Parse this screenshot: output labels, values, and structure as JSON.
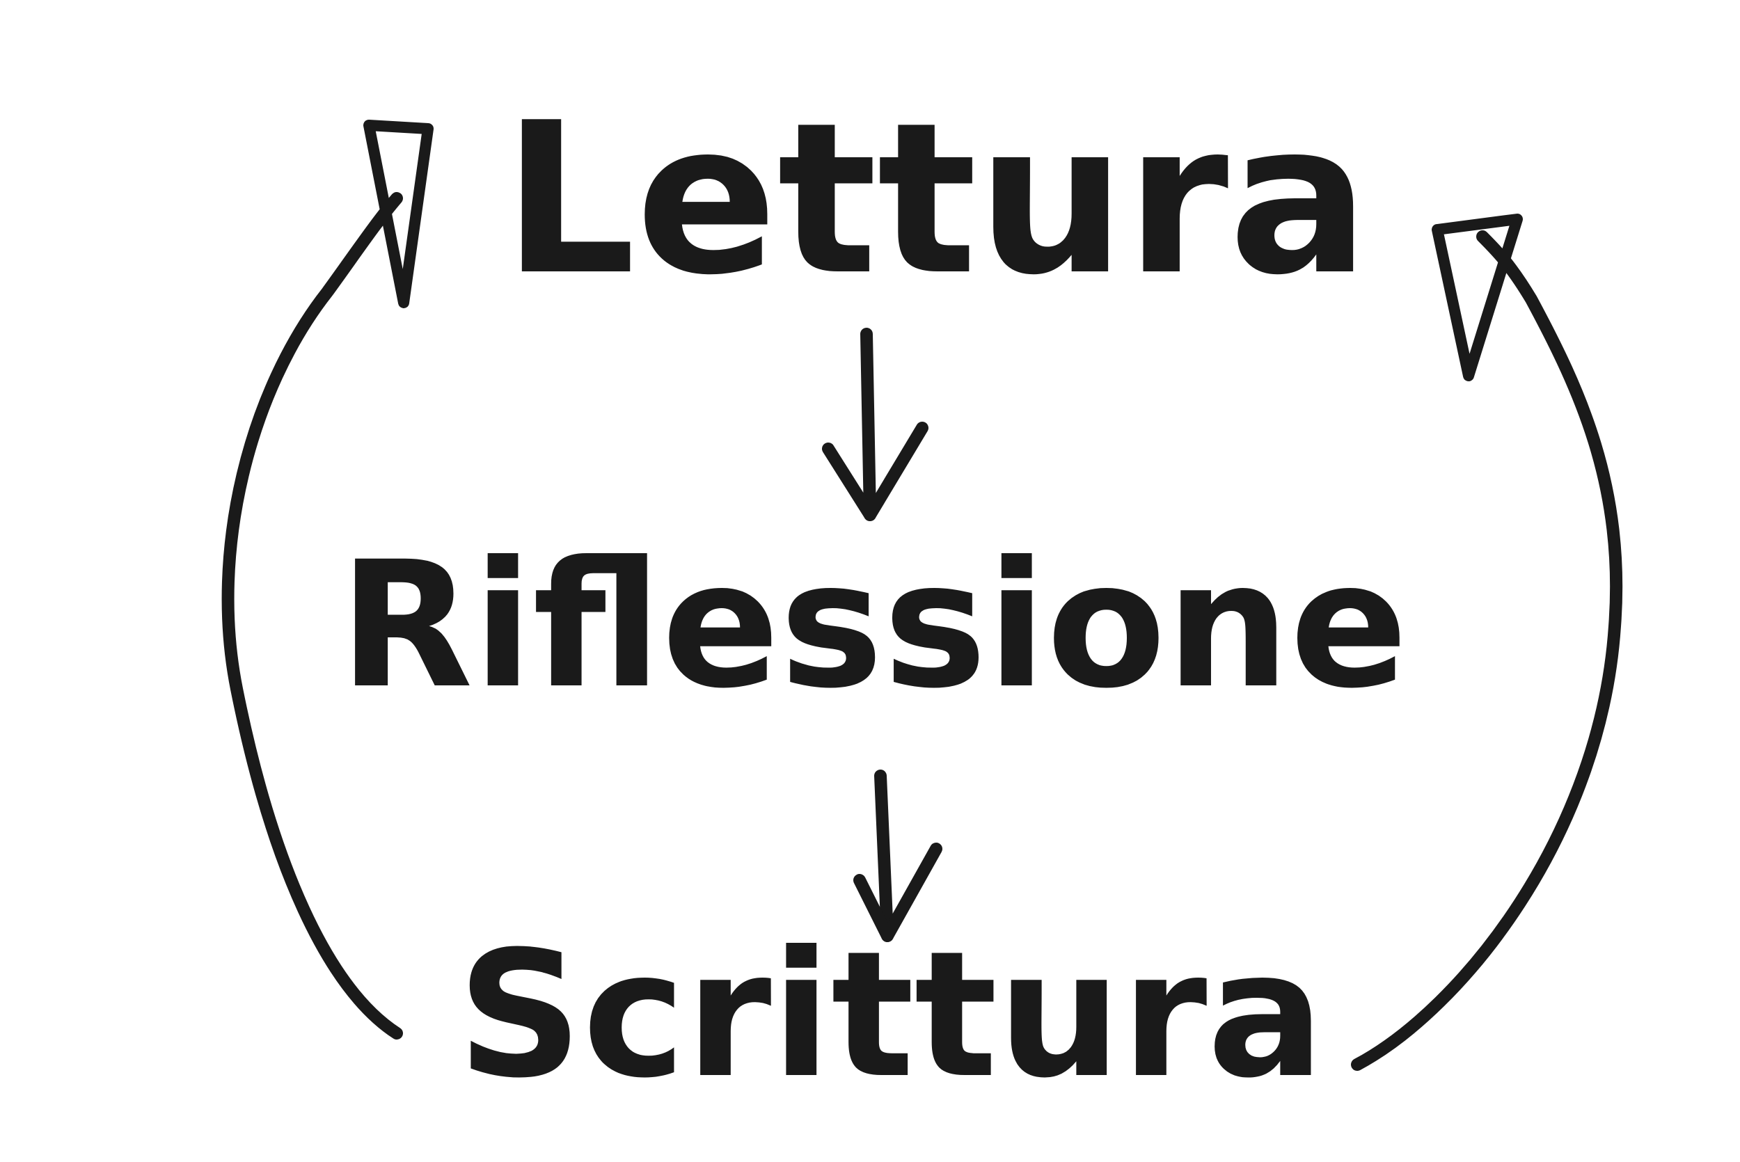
{
  "nodes": {
    "top": {
      "label": "Lettura"
    },
    "middle": {
      "label": "Riflessione"
    },
    "bottom": {
      "label": "Scrittura"
    }
  },
  "colors": {
    "ink": "#1a1a1a",
    "background": "#ffffff"
  }
}
